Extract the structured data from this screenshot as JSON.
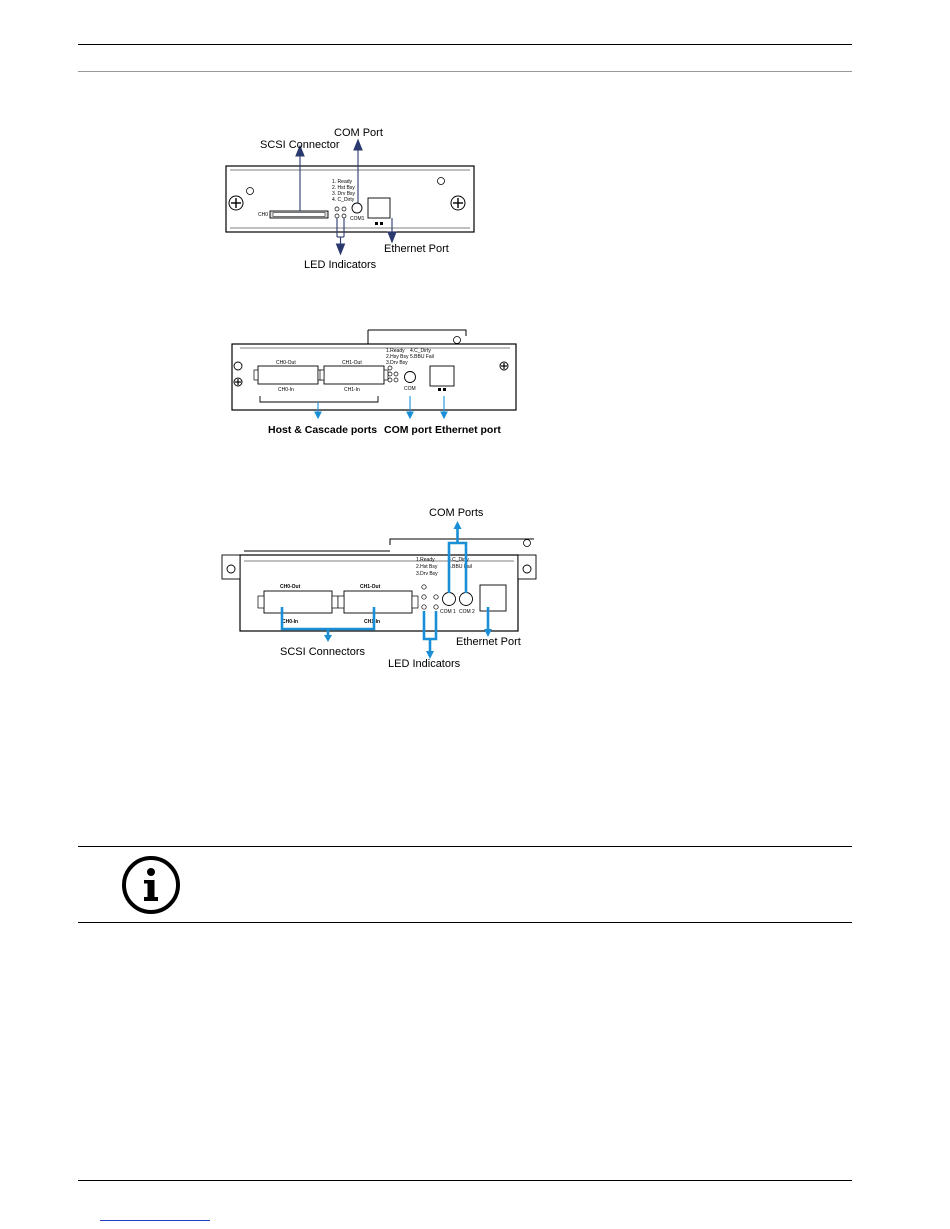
{
  "figure1": {
    "callouts": {
      "com_port": "COM Port",
      "scsi_connector": "SCSI Connector",
      "ethernet_port": "Ethernet Port",
      "led_indicators": "LED Indicators"
    },
    "led_legend": [
      "1. Ready",
      "2. Hst Bsy",
      "3. Drv Bsy",
      "4. C_Dirty"
    ],
    "small": {
      "ch": "CH0",
      "com": "COM1"
    }
  },
  "figure2": {
    "callouts": {
      "host_cascade": "Host & Cascade ports",
      "com_port": "COM port",
      "ethernet_port": "Ethernet port"
    },
    "led_legend_left": [
      "1.Ready",
      "2.Hsy Bsy",
      "3.Drv Bsy"
    ],
    "led_legend_right": [
      "4.C_Dirty",
      "5.BBU Fail"
    ],
    "connectors": {
      "ch0_out": "CH0-Out",
      "ch1_out": "CH1-Out",
      "ch0_in": "CH0-In",
      "ch1_in": "CH1-In"
    },
    "small": {
      "com": "COM"
    }
  },
  "figure3": {
    "callouts": {
      "com_ports": "COM Ports",
      "scsi_connectors": "SCSI Connectors",
      "ethernet_port": "Ethernet Port",
      "led_indicators": "LED Indicators"
    },
    "led_legend_left": [
      "1.Ready",
      "2.Hst Bsy",
      "3.Drv Bsy"
    ],
    "led_legend_right": [
      "4.C_Dirty",
      "5.BBU Fail"
    ],
    "connectors": {
      "ch0_out": "CH0-Out",
      "ch1_out": "CH1-Out",
      "ch0_in": "CH0-In",
      "ch1_in": "CH1-In"
    },
    "small": {
      "com1": "COM 1",
      "com2": "COM 2"
    }
  },
  "notice": {
    "icon": "info-icon"
  },
  "colors": {
    "accent_blue": "#1a8fd6",
    "arrow_navy": "#2b3a6e",
    "link_blue": "#1f3fbf"
  }
}
